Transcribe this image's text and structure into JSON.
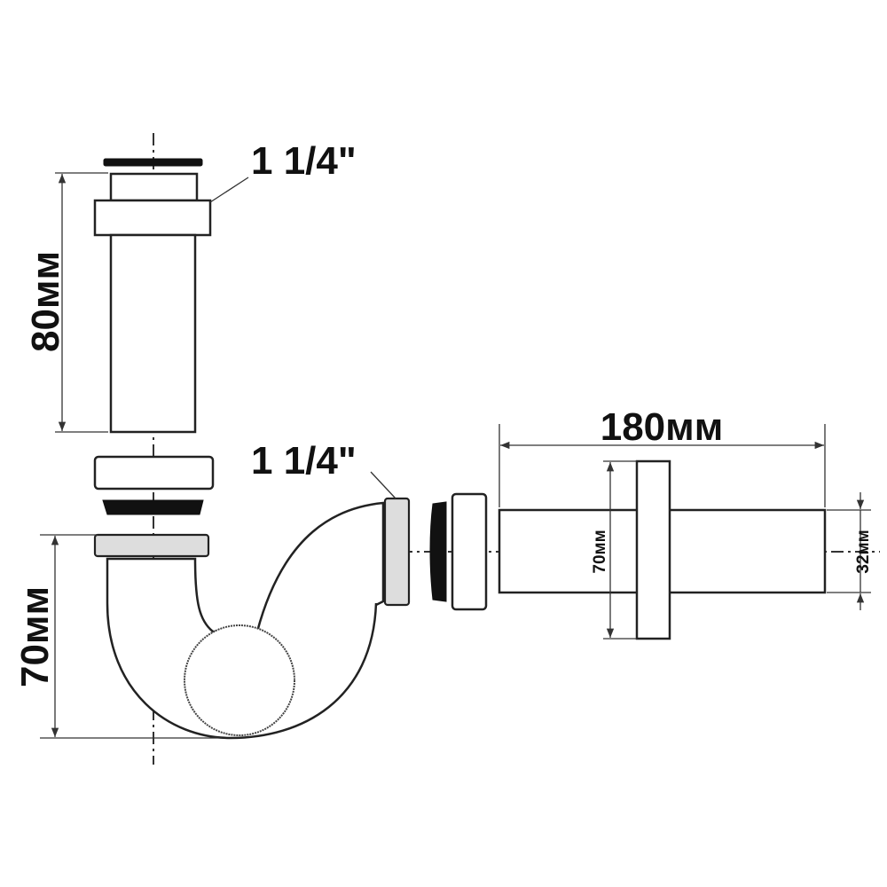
{
  "diagram": {
    "title": "Bottle-free siphon trap assembly dimensions",
    "labels": {
      "top_thread": "1 1/4\"",
      "outlet_thread": "1 1/4\"",
      "tail_length": "80мм",
      "trap_height": "70мм",
      "outlet_length": "180мм",
      "flange_diameter": "70мм",
      "pipe_diameter": "32мм"
    },
    "colors": {
      "line": "#222222",
      "gasket": "#111111",
      "thread": "#dddddd"
    }
  }
}
